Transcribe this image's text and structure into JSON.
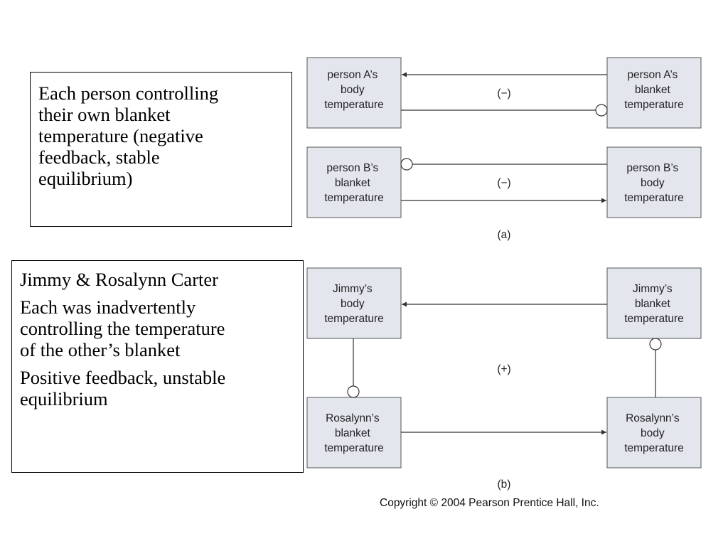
{
  "panel_a": {
    "note_lines": [
      "Each person controlling",
      "their own blanket",
      "temperature (negative",
      "feedback, stable",
      "equilibrium)"
    ],
    "label": "(a)",
    "loop1": {
      "left_box": [
        "person A’s",
        "body",
        "temperature"
      ],
      "right_box": [
        "person A’s",
        "blanket",
        "temperature"
      ],
      "polarity": "(−)"
    },
    "loop2": {
      "left_box": [
        "person B’s",
        "blanket",
        "temperature"
      ],
      "right_box": [
        "person B’s",
        "body",
        "temperature"
      ],
      "polarity": "(−)"
    }
  },
  "panel_b": {
    "note_paragraphs": [
      [
        "Jimmy & Rosalynn Carter"
      ],
      [
        "Each was inadvertently",
        "controlling the temperature",
        "of the other’s blanket"
      ],
      [
        "Positive feedback, unstable",
        "equilibrium"
      ]
    ],
    "label": "(b)",
    "top_left_box": [
      "Jimmy’s",
      "body",
      "temperature"
    ],
    "top_right_box": [
      "Jimmy’s",
      "blanket",
      "temperature"
    ],
    "bottom_left_box": [
      "Rosalynn’s",
      "blanket",
      "temperature"
    ],
    "bottom_right_box": [
      "Rosalynn’s",
      "body",
      "temperature"
    ],
    "polarity": "(+)"
  },
  "copyright": "Copyright © 2004 Pearson Prentice Hall, Inc.",
  "colors": {
    "box_fill": "#e4e6ee",
    "box_stroke": "#555555",
    "line": "#333333"
  }
}
